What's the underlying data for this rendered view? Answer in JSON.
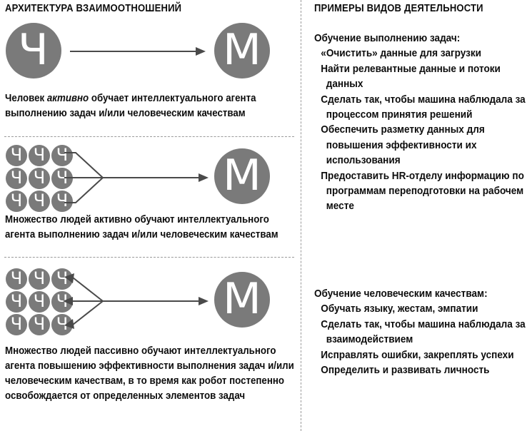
{
  "left_column": {
    "title": "АРХИТЕКТУРА ВЗАИМООТНОШЕНИЙ",
    "blocks": [
      {
        "id": "one-to-one-active",
        "source_glyph": "Ч",
        "target_glyph": "М",
        "arrow": "single-right",
        "caption_before": "Человек ",
        "caption_emphasis": "активно",
        "caption_after": " обучает интеллектуального агента выполнению задач и/или человеческим качествам"
      },
      {
        "id": "many-to-one-active",
        "source_glyph": "Ч",
        "source_count": 9,
        "target_glyph": "М",
        "arrow": "converging-right",
        "caption_before": "Множество людей активно обучают интеллектуального агента выполнению задач и/или человеческим качествам",
        "caption_emphasis": "",
        "caption_after": ""
      },
      {
        "id": "many-to-one-passive",
        "source_glyph": "Ч",
        "source_count": 9,
        "target_glyph": "М",
        "arrow": "bidirectional",
        "caption_before": "Множество людей пассивно обучают интеллектуального агента повышению эффективности выполнения задач и/или человеческим качествам, в то время как робот постепенно освобождается от определенных элементов задач",
        "caption_emphasis": "",
        "caption_after": ""
      }
    ]
  },
  "right_column": {
    "title": "ПРИМЕРЫ ВИДОВ ДЕЯТЕЛЬНОСТИ",
    "groups": [
      {
        "heading": "Обучение выполнению задач:",
        "items": [
          "«Очистить» данные для загрузки",
          "Найти релевантные данные и потоки данных",
          "Сделать так, чтобы машина наблюдала за процессом принятия решений",
          "Обеспечить разметку данных для повышения эффективности их использования",
          "Предоставить HR-отделу информацию по программам переподготовки на рабочем месте"
        ]
      },
      {
        "heading": "Обучение человеческим качествам:",
        "items": [
          "Обучать языку, жестам, эмпатии",
          "Сделать так, чтобы машина наблюдала за взаимодействием",
          "Исправлять ошибки, закреплять успехи",
          "Определить и развивать личность"
        ]
      }
    ]
  },
  "colors": {
    "node_fill": "#7a7a7a",
    "node_glyph": "#ffffff",
    "arrow": "#4a4a4a",
    "divider": "#9a9a9a",
    "text": "#0d0d0d",
    "background": "#ffffff"
  }
}
